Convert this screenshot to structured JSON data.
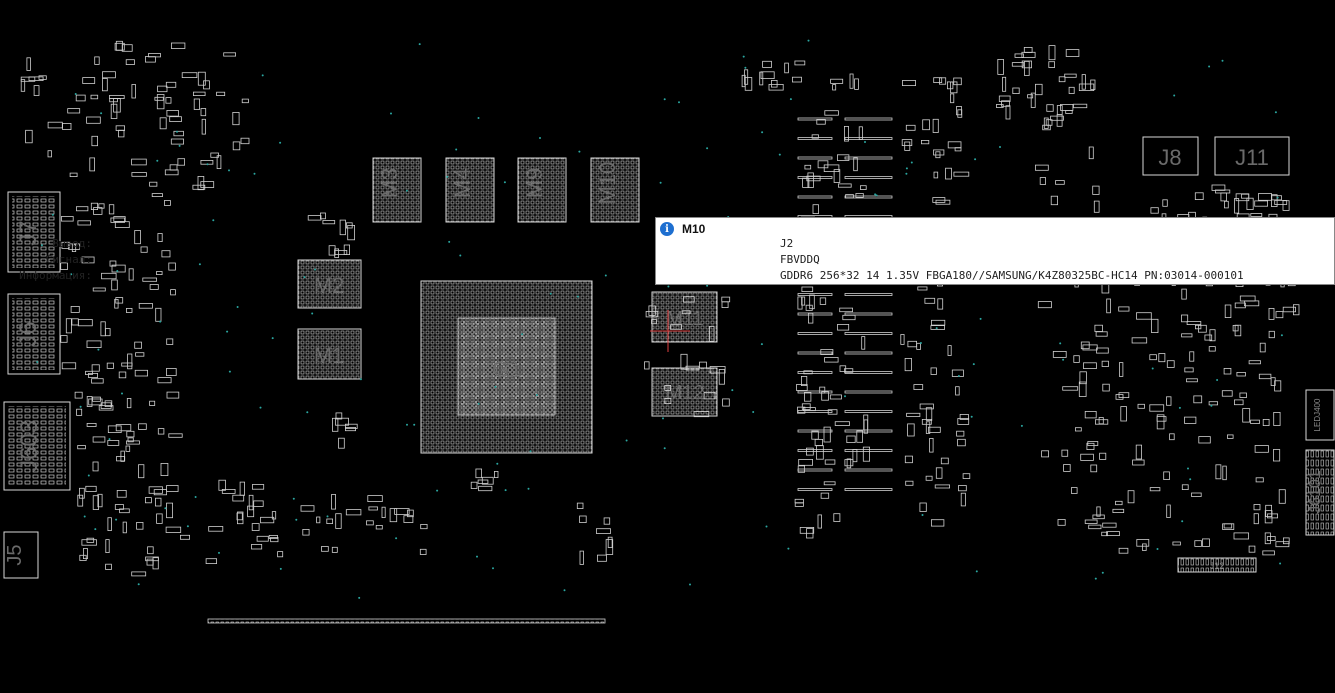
{
  "board": {
    "labels": {
      "g1": "G1",
      "m1": "M1",
      "m2": "M2",
      "m3": "M3",
      "m4": "M4",
      "m9": "M9",
      "m10": "M10",
      "m11": "M11",
      "m12": "M12",
      "j7": "J7",
      "j6": "J6",
      "j603": "J603",
      "j5": "J5",
      "j8": "J8",
      "j11": "J11",
      "j12": "J12",
      "ledj400": "LEDJ400",
      "j6101": "J6101"
    }
  },
  "tooltip": {
    "title": "M10",
    "icon": "info-icon",
    "rows": [
      {
        "key": "Вывод:",
        "value": "J2"
      },
      {
        "key": "Сигнал:",
        "value": "FBVDDQ"
      },
      {
        "key": "Информация:",
        "value": "GDDR6 256*32 14 1.35V FBGA180//SAMSUNG/K4Z80325BC-HC14 PN:03014-000101"
      }
    ]
  },
  "colors": {
    "background": "#000000",
    "trace": "#d8d8d8",
    "label": "#6a6a6a",
    "via": "#2aa6a0",
    "info_icon": "#1e6fd0"
  }
}
